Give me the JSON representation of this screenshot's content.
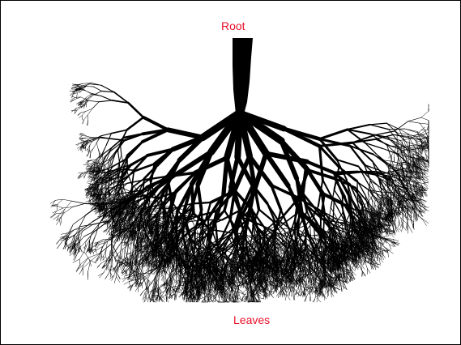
{
  "labels": {
    "root": "Root",
    "leaves": "Leaves"
  },
  "colors": {
    "label": "#e8102a",
    "tree": "#000000",
    "background": "#ffffff",
    "border": "#000000"
  },
  "icons": [
    "inverted-tree-illustration"
  ]
}
